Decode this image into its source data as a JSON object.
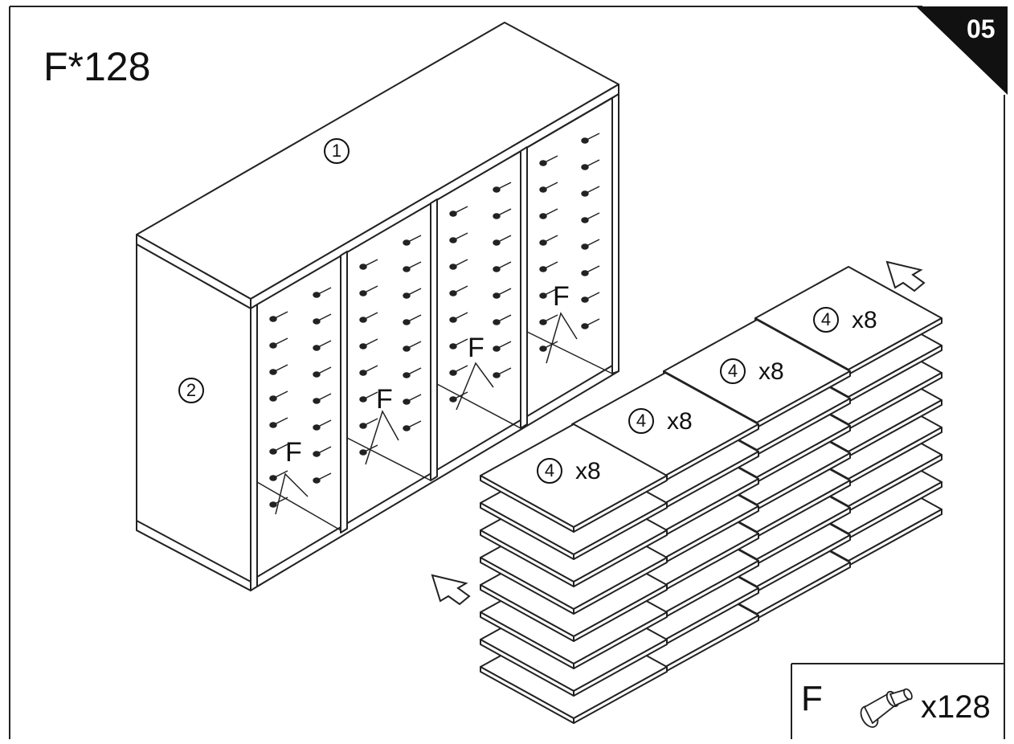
{
  "step": {
    "title": "F*128",
    "number": "05"
  },
  "cabinet": {
    "top_label": "1",
    "side_label": "2",
    "callouts": [
      "F",
      "F",
      "F",
      "F"
    ]
  },
  "shelves": [
    {
      "part": "4",
      "qty": "x8"
    },
    {
      "part": "4",
      "qty": "x8"
    },
    {
      "part": "4",
      "qty": "x8"
    },
    {
      "part": "4",
      "qty": "x8"
    }
  ],
  "legend": {
    "letter": "F",
    "qty": "x128",
    "icon": "shelf-pin-icon"
  }
}
